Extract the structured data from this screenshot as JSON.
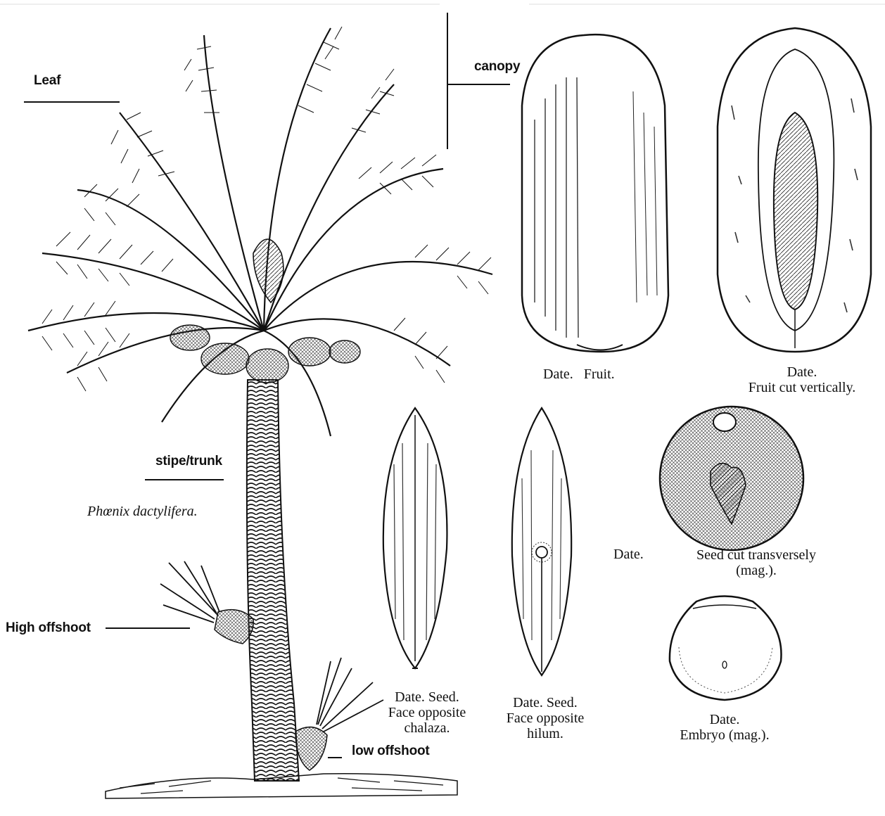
{
  "labels": {
    "leaf": "Leaf",
    "canopy": "canopy",
    "stipe": "stipe/trunk",
    "high_offshoot": "High offshoot",
    "low_offshoot": "low offshoot"
  },
  "species": "Phœnix dactylifera.",
  "captions": {
    "fruit": {
      "a": "Date.",
      "b": "Fruit."
    },
    "fruit_cut": {
      "line1": "Date.",
      "line2": "Fruit cut vertically."
    },
    "seed_chalaza": {
      "line1": "Date.   Seed.",
      "line2": "Face opposite",
      "line3": "chalaza."
    },
    "seed_hilum": {
      "line1": "Date.   Seed.",
      "line2": "Face opposite",
      "line3": "hilum."
    },
    "seed_transverse": {
      "a": "Date.",
      "line1": "Seed cut transversely",
      "line2": "(mag.)."
    },
    "embryo": {
      "line1": "Date.",
      "line2": "Embryo (mag.)."
    }
  },
  "colors": {
    "ink": "#111111",
    "paper": "#ffffff"
  }
}
